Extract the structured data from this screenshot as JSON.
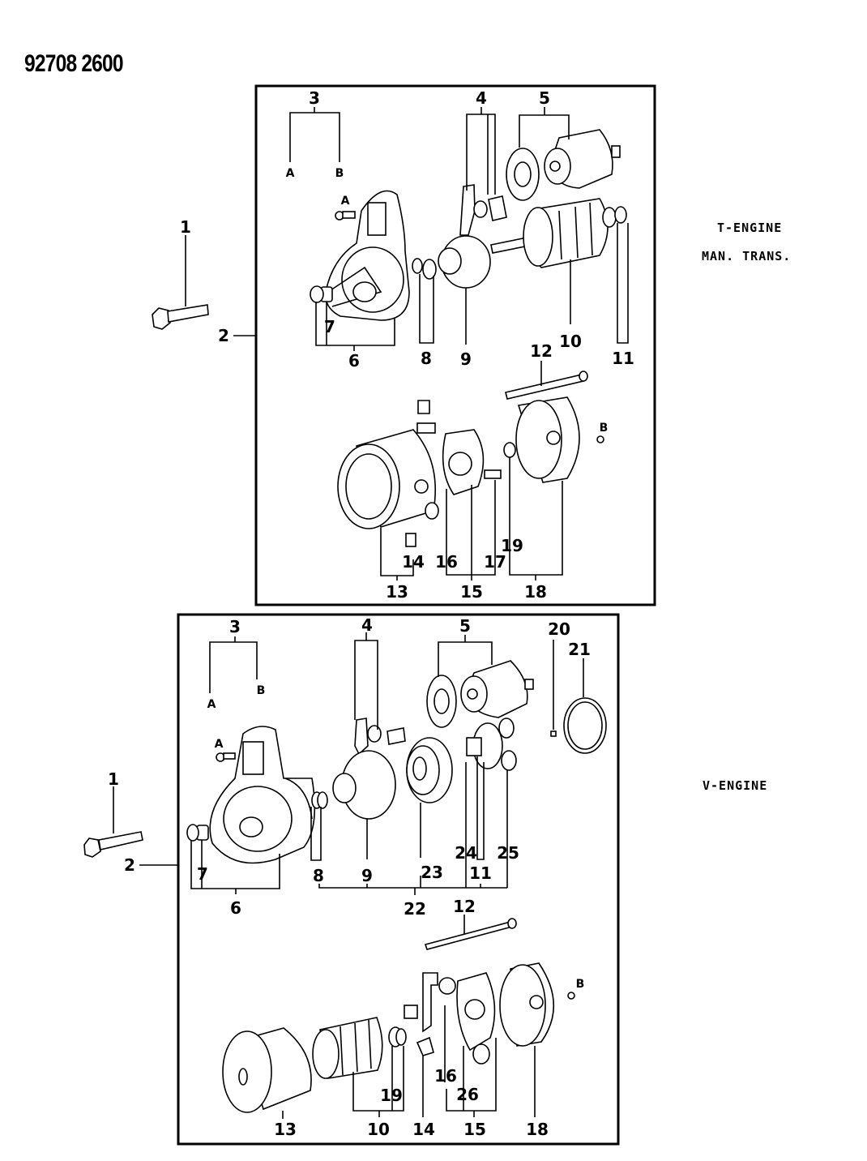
{
  "document": {
    "number": "92708 2600"
  },
  "variants": [
    {
      "id": "top",
      "engine": "T-ENGINE",
      "transmission": "MAN. TRANS.",
      "callouts": {
        "c1": "1",
        "c2": "2",
        "c3": "3",
        "c3a": "A",
        "c3b": "B",
        "cA": "A",
        "c4": "4",
        "c5": "5",
        "c6": "6",
        "c7": "7",
        "c8": "8",
        "c9": "9",
        "c10": "10",
        "c11": "11",
        "c12": "12",
        "c13": "13",
        "c14": "14",
        "c15": "15",
        "c16": "16",
        "c17": "17",
        "c18": "18",
        "c19": "19",
        "cB": "B"
      }
    },
    {
      "id": "bottom",
      "engine": "V-ENGINE",
      "callouts": {
        "c1": "1",
        "c2": "2",
        "c3": "3",
        "c3a": "A",
        "c3b": "B",
        "cA": "A",
        "c4": "4",
        "c5": "5",
        "c6": "6",
        "c7": "7",
        "c8": "8",
        "c9": "9",
        "c10": "10",
        "c11": "11",
        "c12": "12",
        "c13": "13",
        "c14": "14",
        "c15": "15",
        "c16": "16",
        "c18": "18",
        "c19": "19",
        "c20": "20",
        "c21": "21",
        "c22": "22",
        "c23": "23",
        "c24": "24",
        "c25": "25",
        "c26": "26",
        "cB": "B"
      }
    }
  ],
  "parts": [
    {
      "ref": "1",
      "icon": "mounting-bolt"
    },
    {
      "ref": "2",
      "icon": "starter-assembly"
    },
    {
      "ref": "3",
      "icon": "screw-set"
    },
    {
      "ref": "4",
      "icon": "lever-set"
    },
    {
      "ref": "5",
      "icon": "solenoid-switch"
    },
    {
      "ref": "6",
      "icon": "front-bracket"
    },
    {
      "ref": "7",
      "icon": "bushing"
    },
    {
      "ref": "8",
      "icon": "stop-ring"
    },
    {
      "ref": "9",
      "icon": "overrunning-clutch"
    },
    {
      "ref": "10",
      "icon": "armature"
    },
    {
      "ref": "11",
      "icon": "ball-bearing"
    },
    {
      "ref": "12",
      "icon": "through-bolt"
    },
    {
      "ref": "13",
      "icon": "yoke"
    },
    {
      "ref": "14",
      "icon": "brush"
    },
    {
      "ref": "15",
      "icon": "brush-holder"
    },
    {
      "ref": "16",
      "icon": "brush"
    },
    {
      "ref": "17",
      "icon": "brush-spring"
    },
    {
      "ref": "18",
      "icon": "rear-bracket"
    },
    {
      "ref": "19",
      "icon": "bearing"
    },
    {
      "ref": "20",
      "icon": "steel-ball"
    },
    {
      "ref": "21",
      "icon": "packing"
    },
    {
      "ref": "22",
      "icon": "gear-set"
    },
    {
      "ref": "23",
      "icon": "internal-gear"
    },
    {
      "ref": "24",
      "icon": "planetary-shaft"
    },
    {
      "ref": "25",
      "icon": "planetary-gear"
    },
    {
      "ref": "26",
      "icon": "brush-spring"
    }
  ]
}
